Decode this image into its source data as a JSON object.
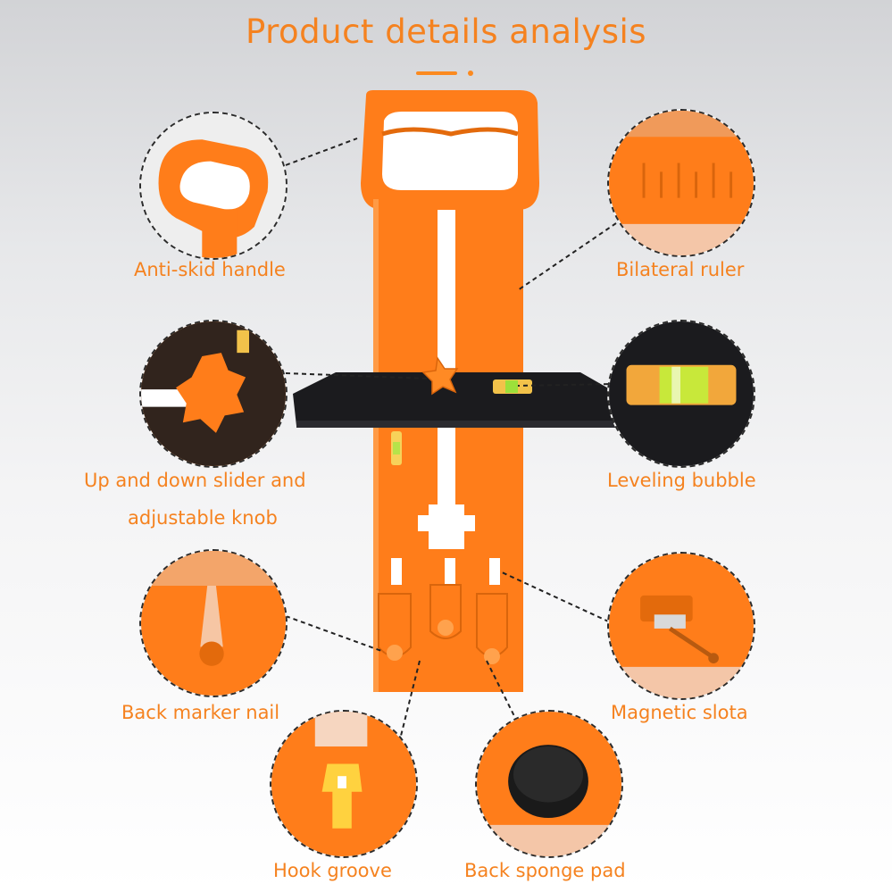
{
  "header": {
    "title": "Product details analysis"
  },
  "colors": {
    "accent": "#fb8a1f",
    "tool_orange": "#ff7d1a",
    "text_orange": "#f5821f",
    "slider_black": "#1b1b1e",
    "line": "#222222"
  },
  "features": {
    "handle": {
      "label": "Anti-skid handle",
      "icon": "handle-closeup"
    },
    "ruler": {
      "label": "Bilateral ruler",
      "icon": "ruler-closeup"
    },
    "slider": {
      "label_line1": "Up and down slider and",
      "label_line2": "adjustable knob",
      "icon": "knob-closeup"
    },
    "bubble": {
      "label": "Leveling bubble",
      "icon": "bubble-level-closeup"
    },
    "marker_nail": {
      "label": "Back marker nail",
      "icon": "nail-closeup"
    },
    "magnetic_slot": {
      "label": "Magnetic slota",
      "icon": "magnet-closeup"
    },
    "hook_groove": {
      "label": "Hook groove",
      "icon": "hook-closeup"
    },
    "sponge_pad": {
      "label": "Back sponge pad",
      "icon": "sponge-closeup"
    }
  }
}
